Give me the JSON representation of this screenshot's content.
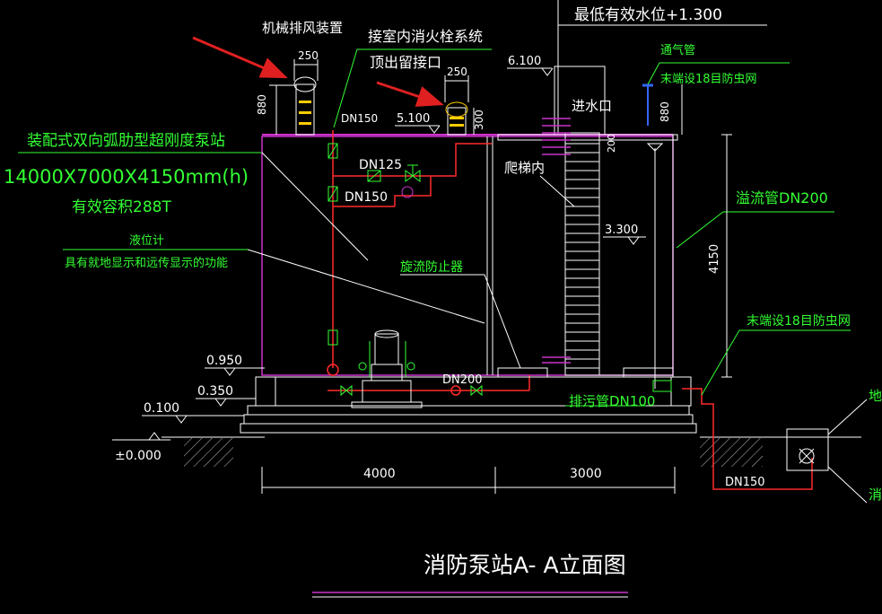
{
  "drawing": {
    "title": "消防泵站A- A立面图",
    "top_level_label": "最低有效水位+1.300",
    "labels": {
      "exhaust_device": "机械排风装置",
      "hydrant_line1": "接室内消火栓系统",
      "hydrant_line2": "顶出留接口",
      "station_name": "装配式双向弧肋型超刚度泵站",
      "station_dims": "14000X7000X4150mm(h)",
      "station_volume": "有效容积288T",
      "level_gauge": "液位计",
      "level_gauge_desc": "具有就地显示和远传显示的功能",
      "vent_pipe": "通气管",
      "vent_mesh": "末端设18目防虫网",
      "inlet": "进水口",
      "ladder": "爬梯内",
      "vortex": "旋流防止器",
      "overflow": "溢流管DN200",
      "end_mesh": "末端设18目防虫网",
      "drain": "排污管DN100",
      "edge_label_a": "地",
      "edge_label_b": "消"
    },
    "pipes": {
      "dn150_top": "DN150",
      "dn125": "DN125",
      "dn150_mid": "DN150",
      "dn200": "DN200",
      "dn150_bottom": "DN150"
    },
    "elevations": {
      "e6100": "6.100",
      "e5100": "5.100",
      "e3300": "3.300",
      "e0950": "0.950",
      "e0350": "0.350",
      "e0100": "0.100",
      "e0000": "±0.000"
    },
    "dimensions": {
      "w250a": "250",
      "w250b": "250",
      "h880": "880",
      "h300": "300",
      "h880b": "880",
      "h200": "200",
      "h4150": "4150",
      "d4000": "4000",
      "d3000": "3000"
    },
    "colors": {
      "background": "#000000",
      "tank_outline": "#cc33cc",
      "text_green": "#33ff33",
      "text_white": "#ffffff",
      "pipe_red": "#ff2a2a",
      "arrow_red": "#e02020"
    }
  }
}
